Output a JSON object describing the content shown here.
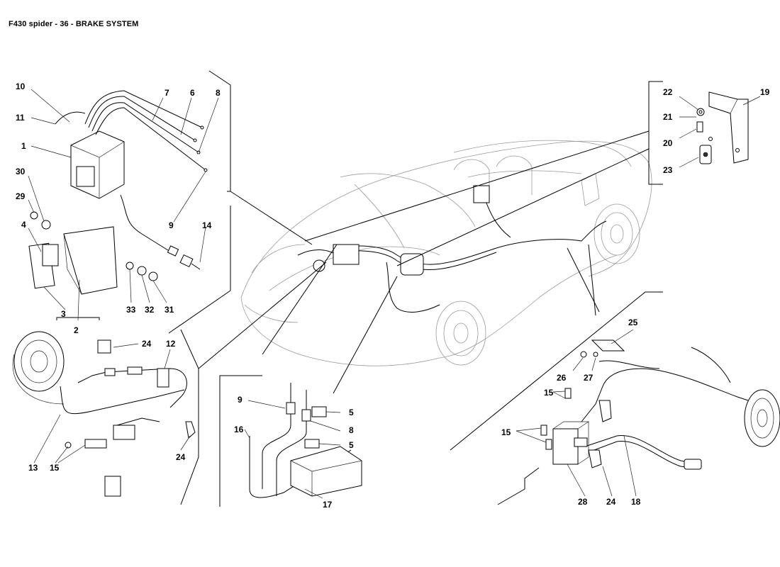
{
  "header": {
    "title": "F430 spider - 36 - BRAKE SYSTEM"
  },
  "callouts": {
    "c1": "1",
    "c2": "2",
    "c3": "3",
    "c4": "4",
    "c5a": "5",
    "c5b": "5",
    "c6": "6",
    "c7": "7",
    "c8a": "8",
    "c8b": "8",
    "c9a": "9",
    "c9b": "9",
    "c10": "10",
    "c11": "11",
    "c12": "12",
    "c13": "13",
    "c14": "14",
    "c15a": "15",
    "c15b": "15",
    "c15c": "15",
    "c16": "16",
    "c17": "17",
    "c18": "18",
    "c19": "19",
    "c20": "20",
    "c21": "21",
    "c22": "22",
    "c23": "23",
    "c24a": "24",
    "c24b": "24",
    "c24c": "24",
    "c25": "25",
    "c26": "26",
    "c27": "27",
    "c28": "28",
    "c29": "29",
    "c30": "30",
    "c31": "31",
    "c32": "32",
    "c33": "33"
  }
}
